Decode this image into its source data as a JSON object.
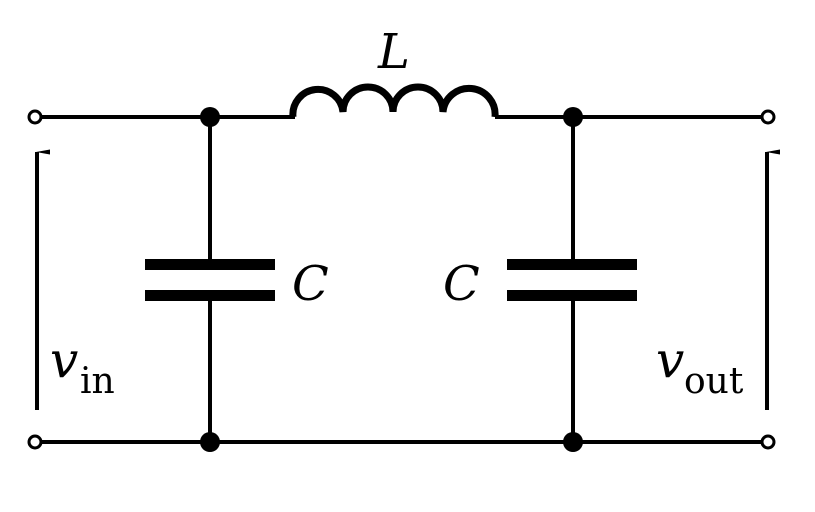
{
  "diagram": {
    "title": "LC pi filter",
    "labels": {
      "inductor": "L",
      "capacitor_left": "C",
      "capacitor_right": "C",
      "vin_main": "v",
      "vin_sub": "in",
      "vout_main": "v",
      "vout_sub": "out"
    },
    "colors": {
      "stroke": "#000000",
      "background": "#ffffff"
    }
  }
}
